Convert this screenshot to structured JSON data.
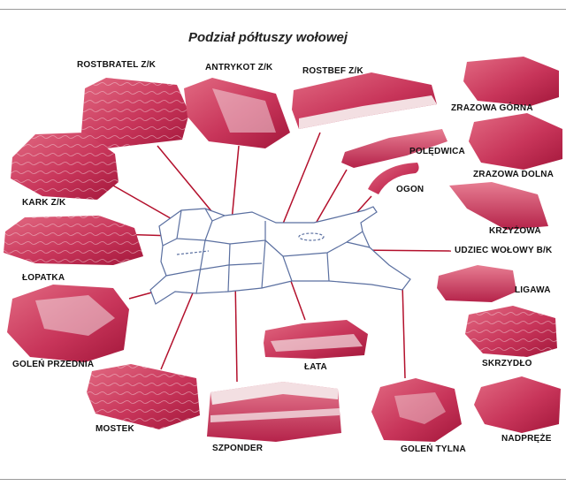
{
  "title": "Podział półtuszy wołowej",
  "colors": {
    "meat_light": "#d9546e",
    "meat_dark": "#a8163a",
    "fat": "#f3dfe2",
    "line_red": "#b3102c",
    "outline": "#5a6fa0",
    "carcass_fill": "#ffffff"
  },
  "cuts": {
    "rostbratel": "ROSTBRATEL Z/K",
    "antrykot": "ANTRYKOT Z/K",
    "rostbef": "ROSTBEF Z/K",
    "zrazowa_gorna": "ZRAZOWA GÓRNA",
    "poledwica": "POLĘDWICA",
    "zrazowa_dolna": "ZRAZOWA DOLNA",
    "ogon": "OGON",
    "kark": "KARK Z/K",
    "krzyzowa": "KRZYŻOWA",
    "udziec": "UDZIEC WOŁOWY B/K",
    "lopatka": "ŁOPATKA",
    "ligawa": "LIGAWA",
    "golen_przednia": "GOLEŃ PRZEDNIA",
    "lata": "ŁATA",
    "skrzydlo": "SKRZYDŁO",
    "mostek": "MOSTEK",
    "szponder": "SZPONDER",
    "golen_tylna": "GOLEŃ TYLNA",
    "nadpreze": "NADPRĘŻE"
  }
}
